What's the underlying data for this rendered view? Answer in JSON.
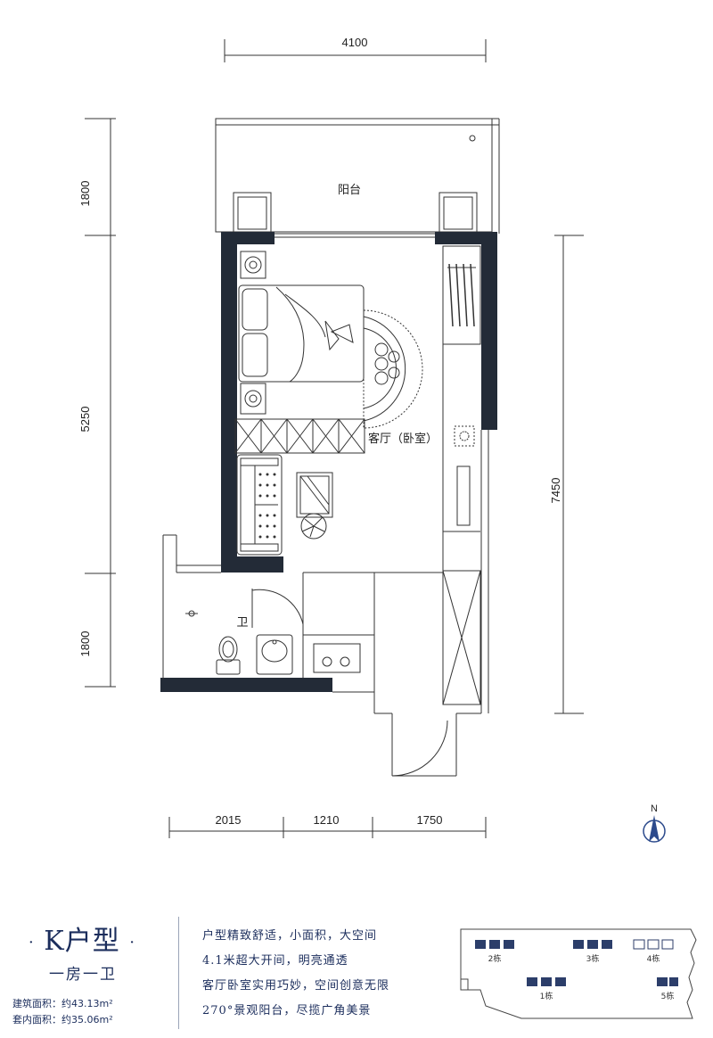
{
  "dimensions": {
    "top": "4100",
    "left_upper": "1800",
    "left_middle": "5250",
    "left_lower": "1800",
    "right": "7450",
    "bottom_1": "2015",
    "bottom_2": "1210",
    "bottom_3": "1750"
  },
  "rooms": {
    "balcony": "阳台",
    "living": "客厅（卧室）",
    "bathroom": "卫"
  },
  "compass": {
    "label": "N"
  },
  "unit": {
    "title": "K户型",
    "dot": "·",
    "layout": "一房一卫",
    "building_area": "建筑面积：约43.13m²",
    "inner_area": "套内面积：约35.06m²"
  },
  "features": [
    "户型精致舒适，小面积，大空间",
    "4.1米超大开间，明亮通透",
    "客厅卧室实用巧妙，空间创意无限",
    "270°景观阳台，尽揽广角美景"
  ],
  "site_plan": {
    "buildings": [
      "2栋",
      "3栋",
      "4栋",
      "1栋",
      "5栋"
    ]
  },
  "colors": {
    "wall": "#232b37",
    "line": "#333333",
    "brand": "#1b2d5c",
    "compass": "#2c4a8c"
  }
}
